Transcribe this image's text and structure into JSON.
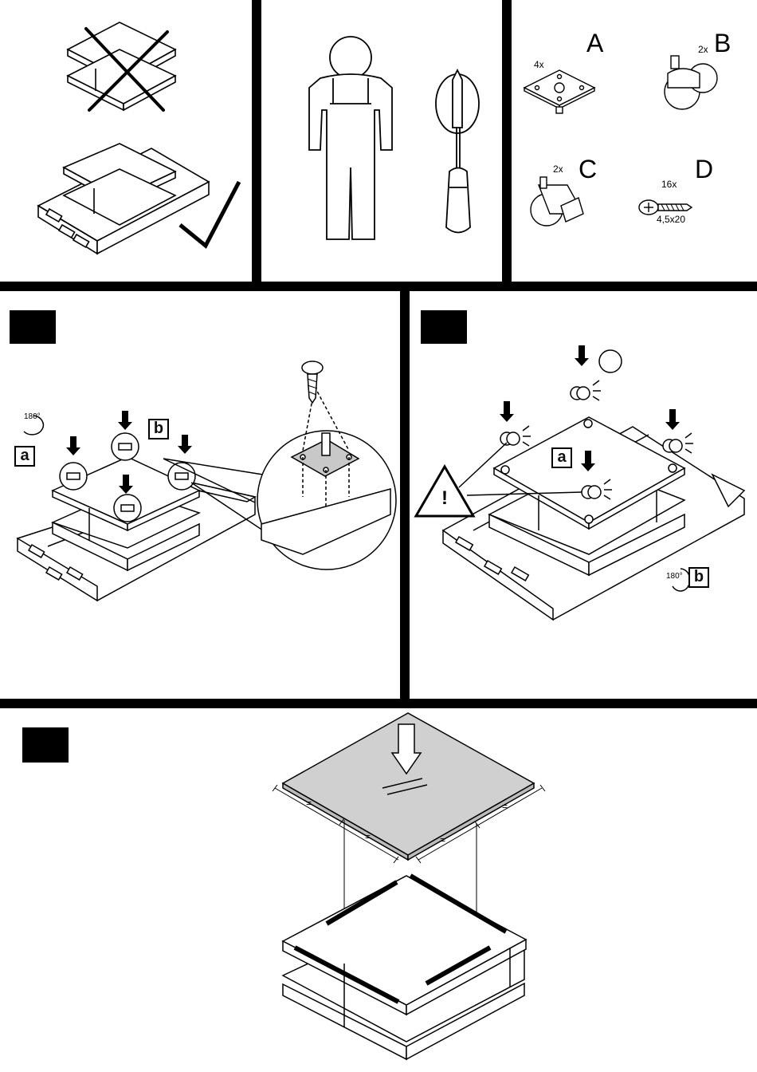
{
  "parts": [
    {
      "letter": "A",
      "qty": "4x"
    },
    {
      "letter": "B",
      "qty": "2x"
    },
    {
      "letter": "C",
      "qty": "2x"
    },
    {
      "letter": "D",
      "qty": "16x",
      "size": "4,5x20"
    }
  ],
  "step2": {
    "rotate": "180°",
    "label_a": "a",
    "label_b": "b"
  },
  "step3": {
    "rotate": "180°",
    "label_a": "a",
    "label_b": "b",
    "warning": "!"
  },
  "step4": {
    "equal_mark": "="
  }
}
